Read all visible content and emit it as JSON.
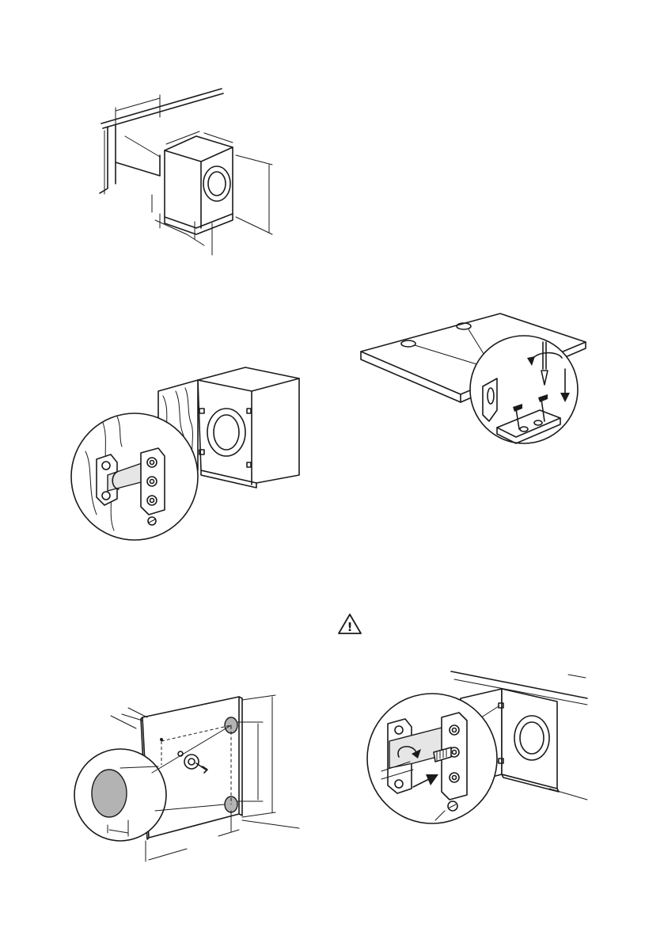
{
  "figures": [
    {
      "id": "installation-dimensions",
      "icon": "cabinet-dimensions-illustration"
    },
    {
      "id": "door-hinge",
      "icon": "door-hinge-illustration"
    },
    {
      "id": "worktop-bracket",
      "icon": "worktop-bracket-illustration"
    },
    {
      "id": "door-panel-drilling",
      "icon": "door-panel-drilling-illustration"
    },
    {
      "id": "hinge-adjustment",
      "icon": "hinge-adjustment-illustration"
    }
  ],
  "warning": {
    "icon": "warning-triangle-icon",
    "symbol": "!"
  }
}
